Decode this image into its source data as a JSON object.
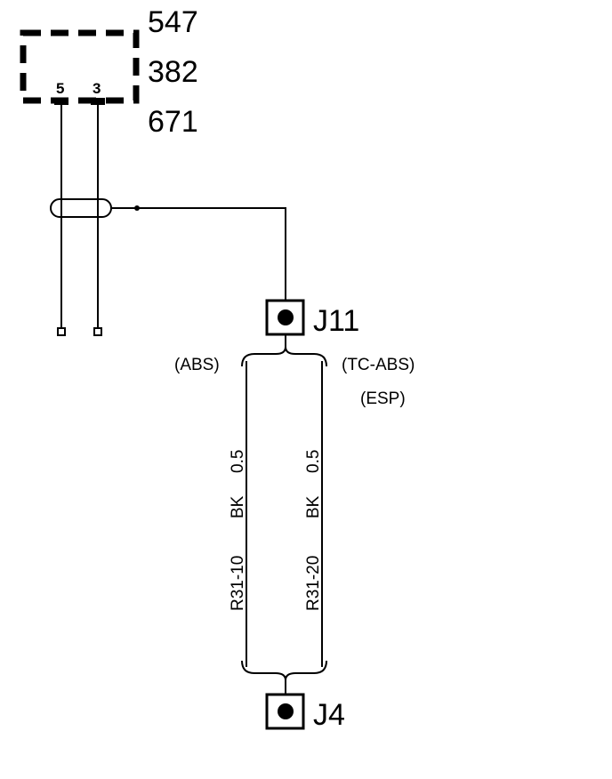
{
  "component": {
    "codes": [
      "547",
      "382",
      "671"
    ],
    "pins": [
      "5",
      "3"
    ]
  },
  "connectors": {
    "top": "J11",
    "bottom": "J4"
  },
  "branches": {
    "left_label": "(ABS)",
    "right_labels": [
      "(TC-ABS)",
      "(ESP)"
    ]
  },
  "wires": [
    {
      "circuit": "R31-10",
      "color": "BK",
      "gauge": "0.5"
    },
    {
      "circuit": "R31-20",
      "color": "BK",
      "gauge": "0.5"
    }
  ],
  "colors": {
    "line": "#000000",
    "background": "#ffffff"
  }
}
